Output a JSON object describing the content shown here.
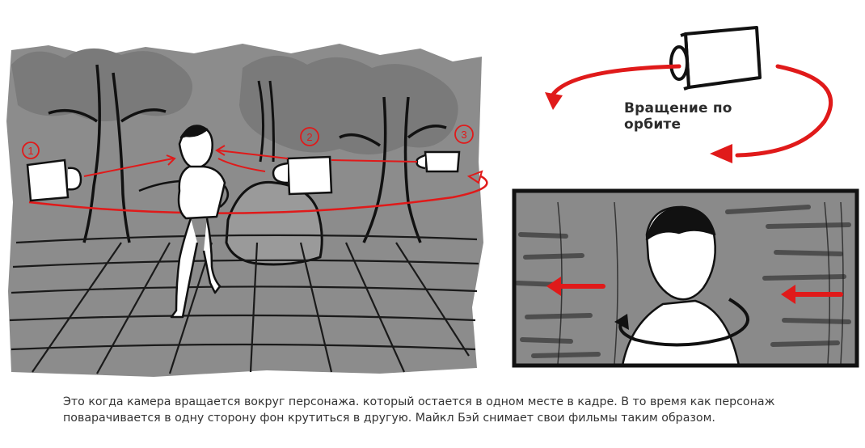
{
  "diagram": {
    "orbit_label": "Вращение по орбите",
    "camera_markers": [
      "1",
      "2",
      "3"
    ]
  },
  "caption": {
    "line1": "Это когда камера вращается вокруг персонажа. который остается в одном месте в кадре. В то время как персонаж",
    "line2": "поварачивается в одну сторону фон крутиться в другую. Майкл Бэй снимает свои фильмы таким образом."
  },
  "colors": {
    "background": "#ffffff",
    "scene_gray": "#8c8c8c",
    "sketch_ink": "#111111",
    "orbit_red": "#e01a1a",
    "caption_text": "#333333"
  }
}
